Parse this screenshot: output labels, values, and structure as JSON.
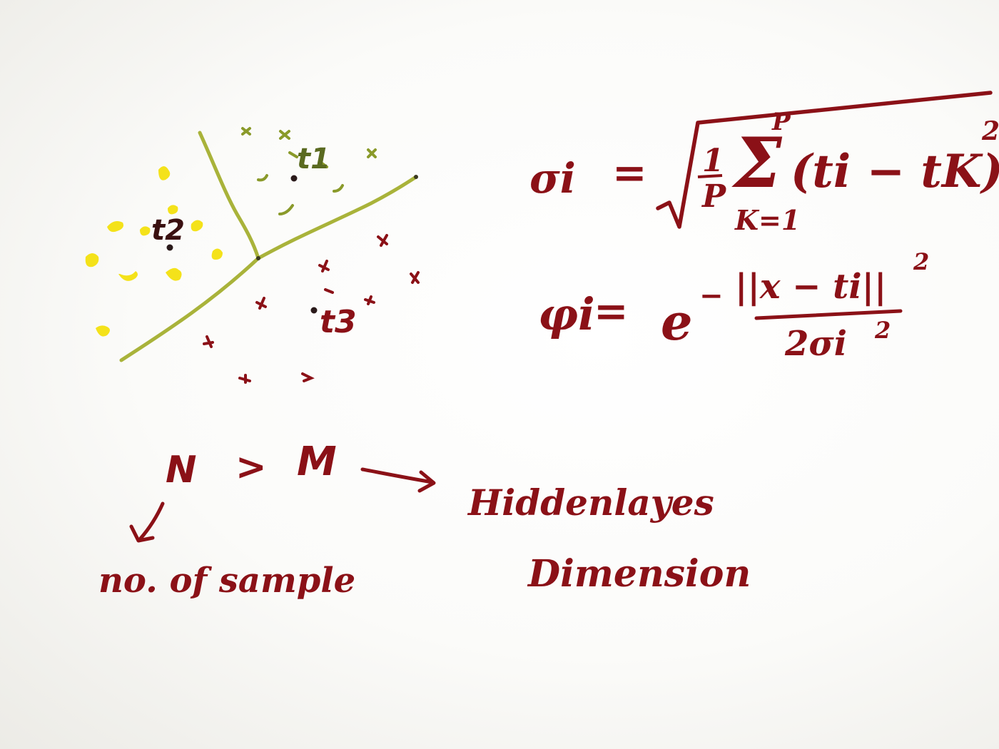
{
  "diagram": {
    "center_labels": [
      "t1",
      "t2",
      "t3"
    ],
    "formula_sigma": {
      "lhs": "σi",
      "equals": "=",
      "fraction_numerator": "1",
      "fraction_denominator": "P",
      "sum_upper": "P",
      "sum_lower": "K=1",
      "body": "(ti − tK)",
      "power": "2"
    },
    "formula_phi": {
      "lhs": "φi",
      "equals": "=",
      "base": "e",
      "exp_sign": "−",
      "exp_numerator": "||x − ti||",
      "exp_numerator_power": "2",
      "exp_denominator": "2σi",
      "exp_denominator_power": "2"
    },
    "inequality": {
      "left": "N",
      "op": ">",
      "right": "M"
    },
    "annotation_right": [
      "Hiddenlayes",
      "Dimension"
    ],
    "annotation_left": "no. of sample",
    "colors": {
      "ink": "#8b1117",
      "yellow": "#f4e21a",
      "green_line": "#a9b33a",
      "green_marks": "#8a9a2a"
    }
  }
}
